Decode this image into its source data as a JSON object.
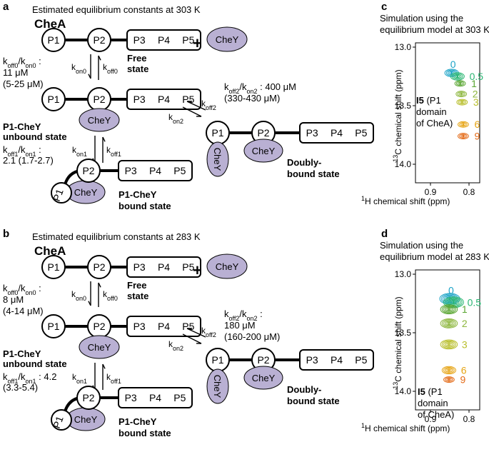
{
  "panel_letters": {
    "a": "a",
    "b": "b",
    "c": "c",
    "d": "d"
  },
  "colors": {
    "chey_fill": "#b9b0d3",
    "line": "#000000",
    "contour_palette": [
      "#1ba3c7",
      "#2bb673",
      "#5aa632",
      "#8cb63c",
      "#b8be2b",
      "#e6a414",
      "#e36a17"
    ]
  },
  "labels": {
    "p1": "P1",
    "p2": "P2",
    "p3": "P3",
    "p4": "P4",
    "p5": "P5",
    "chey": "CheY",
    "plus": "+"
  },
  "panel_a": {
    "title": "Estimated equilibrium constants at 303 K",
    "chea": "CheA",
    "free_state": [
      "Free",
      "state"
    ],
    "unbound_state": [
      "P1-CheY",
      "unbound state"
    ],
    "bound_state": [
      "P1-CheY",
      "bound state"
    ],
    "doubly_state": [
      "Doubly-",
      "bound state"
    ],
    "k0_ratio": "k_{off0}/k_{on0} :",
    "k0_value": "11 μM",
    "k0_range": "(5-25 μM)",
    "k1_ratio": "k_{off1}/k_{on1} :",
    "k1_value": "2.1 (1.7-2.7)",
    "k2_ratio": "k_{off2}/k_{on2} : 400 μM",
    "k2_range": "(330-430 μM)",
    "kon0": "k_{on0}",
    "koff0": "k_{off0}",
    "kon1": "k_{on1}",
    "koff1": "k_{off1}",
    "kon2": "k_{on2}",
    "koff2": "k_{off2}"
  },
  "panel_b": {
    "title": "Estimated equilibrium constants at 283 K",
    "chea": "CheA",
    "free_state": [
      "Free",
      "state"
    ],
    "unbound_state": [
      "P1-CheY",
      "unbound state"
    ],
    "bound_state": [
      "P1-CheY",
      "bound state"
    ],
    "doubly_state": [
      "Doubly-",
      "bound state"
    ],
    "k0_ratio": "k_{off0}/k_{on0} :",
    "k0_value": "8 μM",
    "k0_range": "(4-14 μM)",
    "k1_ratio": "k_{off1}/k_{on1} : 4.2",
    "k1_value": "(3.3-5.4)",
    "k2_ratio": "k_{off2}/k_{on2} :",
    "k2_value": "180 μM",
    "k2_range": "(160-200 μM)",
    "kon0": "k_{on0}",
    "koff0": "k_{off0}",
    "kon1": "k_{on1}",
    "koff1": "k_{off1}",
    "kon2": "k_{on2}",
    "koff2": "k_{off2}"
  },
  "panel_c": {
    "title": [
      "Simulation using the",
      "equilibrium model at 303 K"
    ],
    "annotation": [
      "I5 (P1",
      "domain",
      "of CheA)"
    ],
    "ylabel": "^{13}C chemical shift (ppm)",
    "xlabel": "^{1}H chemical shift (ppm)",
    "y_ticks": [
      "13.0",
      "13.5",
      "14.0"
    ],
    "x_ticks": [
      "0.9",
      "0.8"
    ],
    "peak_labels": [
      "0",
      "0.5",
      "1",
      "2",
      "3",
      "6",
      "9"
    ]
  },
  "panel_d": {
    "title": [
      "Simulation using the",
      "equilibrium model at 283 K"
    ],
    "annotation": [
      "I5 (P1",
      "domain",
      "of CheA)"
    ],
    "ylabel": "^{13}C chemical shift (ppm)",
    "xlabel": "^{1}H chemical shift (ppm)",
    "y_ticks": [
      "13.0",
      "13.5",
      "14.0"
    ],
    "x_ticks": [
      "0.9",
      "0.8"
    ],
    "peak_labels": [
      "0",
      "0.5",
      "1",
      "2",
      "3",
      "6",
      "9"
    ]
  }
}
